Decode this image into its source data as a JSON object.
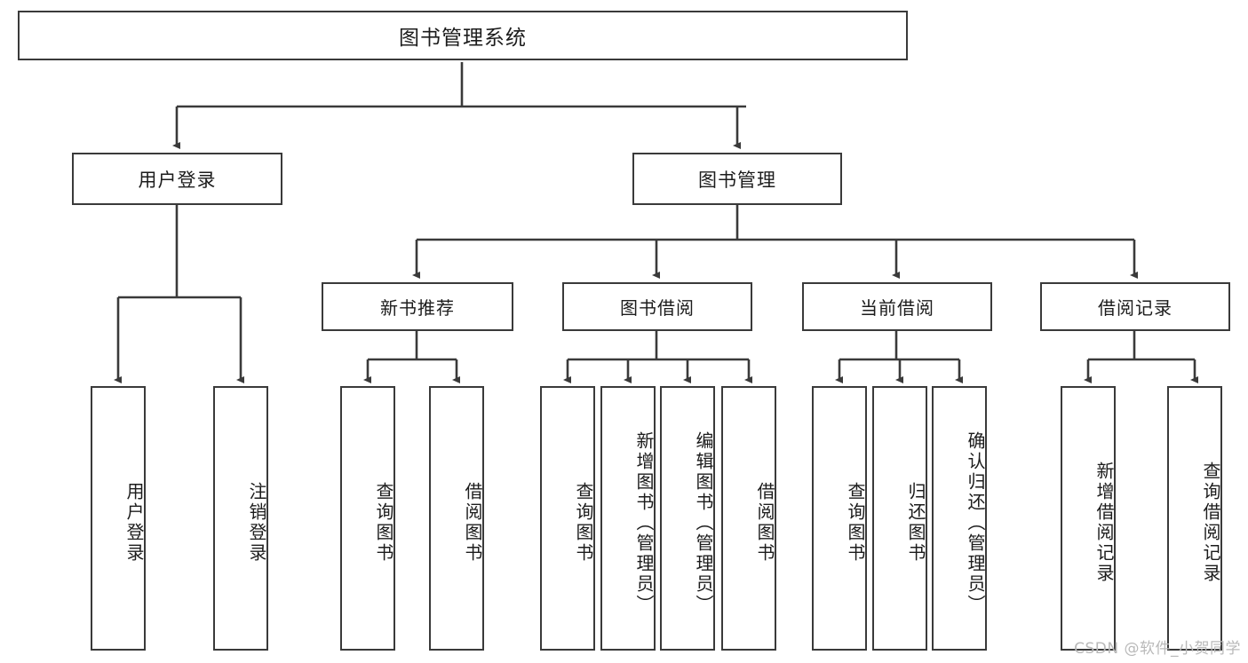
{
  "diagram": {
    "type": "hierarchy-tree",
    "title": "图书管理系统",
    "orientation": "top-down",
    "levels": 4,
    "colors": {
      "stroke": "#3a3a3a",
      "fill": "#ffffff",
      "text": "#1c1c1c",
      "watermark": "#b9b9b9"
    }
  },
  "root": {
    "label": "图书管理系统"
  },
  "level2": [
    {
      "id": "user-login",
      "label": "用户登录"
    },
    {
      "id": "book-management",
      "label": "图书管理"
    }
  ],
  "level3": [
    {
      "id": "new-book-recommend",
      "label": "新书推荐"
    },
    {
      "id": "book-borrow",
      "label": "图书借阅"
    },
    {
      "id": "current-borrow",
      "label": "当前借阅"
    },
    {
      "id": "borrow-record",
      "label": "借阅记录"
    }
  ],
  "leaves": {
    "user_login": [
      {
        "id": "leaf-user-login",
        "label": "用户登录"
      },
      {
        "id": "leaf-logout-login",
        "label": "注销登录"
      }
    ],
    "new_book_recommend": [
      {
        "id": "leaf-query-book-1",
        "label": "查询图书"
      },
      {
        "id": "leaf-borrow-book-1",
        "label": "借阅图书"
      }
    ],
    "book_borrow": [
      {
        "id": "leaf-query-book-2",
        "label": "查询图书"
      },
      {
        "id": "leaf-add-book",
        "label": "新增图书（管理员）"
      },
      {
        "id": "leaf-edit-book",
        "label": "编辑图书（管理员）"
      },
      {
        "id": "leaf-borrow-book-2",
        "label": "借阅图书"
      }
    ],
    "current_borrow": [
      {
        "id": "leaf-query-book-3",
        "label": "查询图书"
      },
      {
        "id": "leaf-return-book",
        "label": "归还图书"
      },
      {
        "id": "leaf-confirm-return",
        "label": "确认归还（管理员）"
      }
    ],
    "borrow_record": [
      {
        "id": "leaf-add-borrow-record",
        "label": "新增借阅记录"
      },
      {
        "id": "leaf-query-borrow-record",
        "label": "查询借阅记录"
      }
    ]
  },
  "watermark": {
    "text": "CSDN @软件_小贺同学"
  }
}
